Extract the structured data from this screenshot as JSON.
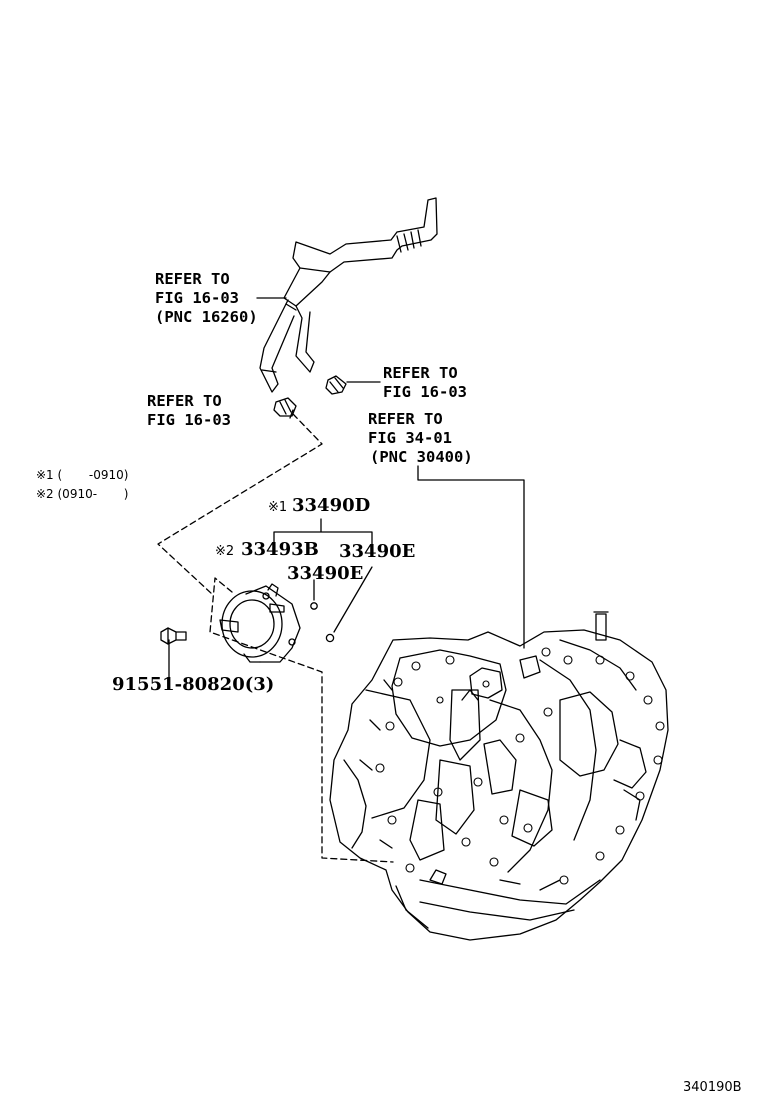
{
  "refs": {
    "hose_assy": [
      "REFER TO",
      "FIG 16-03",
      "(PNC 16260)"
    ],
    "clip_right": [
      "REFER TO",
      "FIG 16-03"
    ],
    "clip_left": [
      "REFER TO",
      "FIG 16-03"
    ],
    "transaxle": [
      "REFER TO",
      "FIG 34-01",
      "(PNC 30400)"
    ]
  },
  "parts": {
    "p33490D": "33490D",
    "p33493B": "33493B",
    "p33490E_a": "33490E",
    "p33490E_b": "33490E",
    "p91551": "91551-80820(3)"
  },
  "markers": {
    "m1": "※1",
    "m2": "※2"
  },
  "notes": {
    "note1": "※1 (       -0910)",
    "note2": "※2 (0910-       )"
  },
  "figure_code": "340190B"
}
